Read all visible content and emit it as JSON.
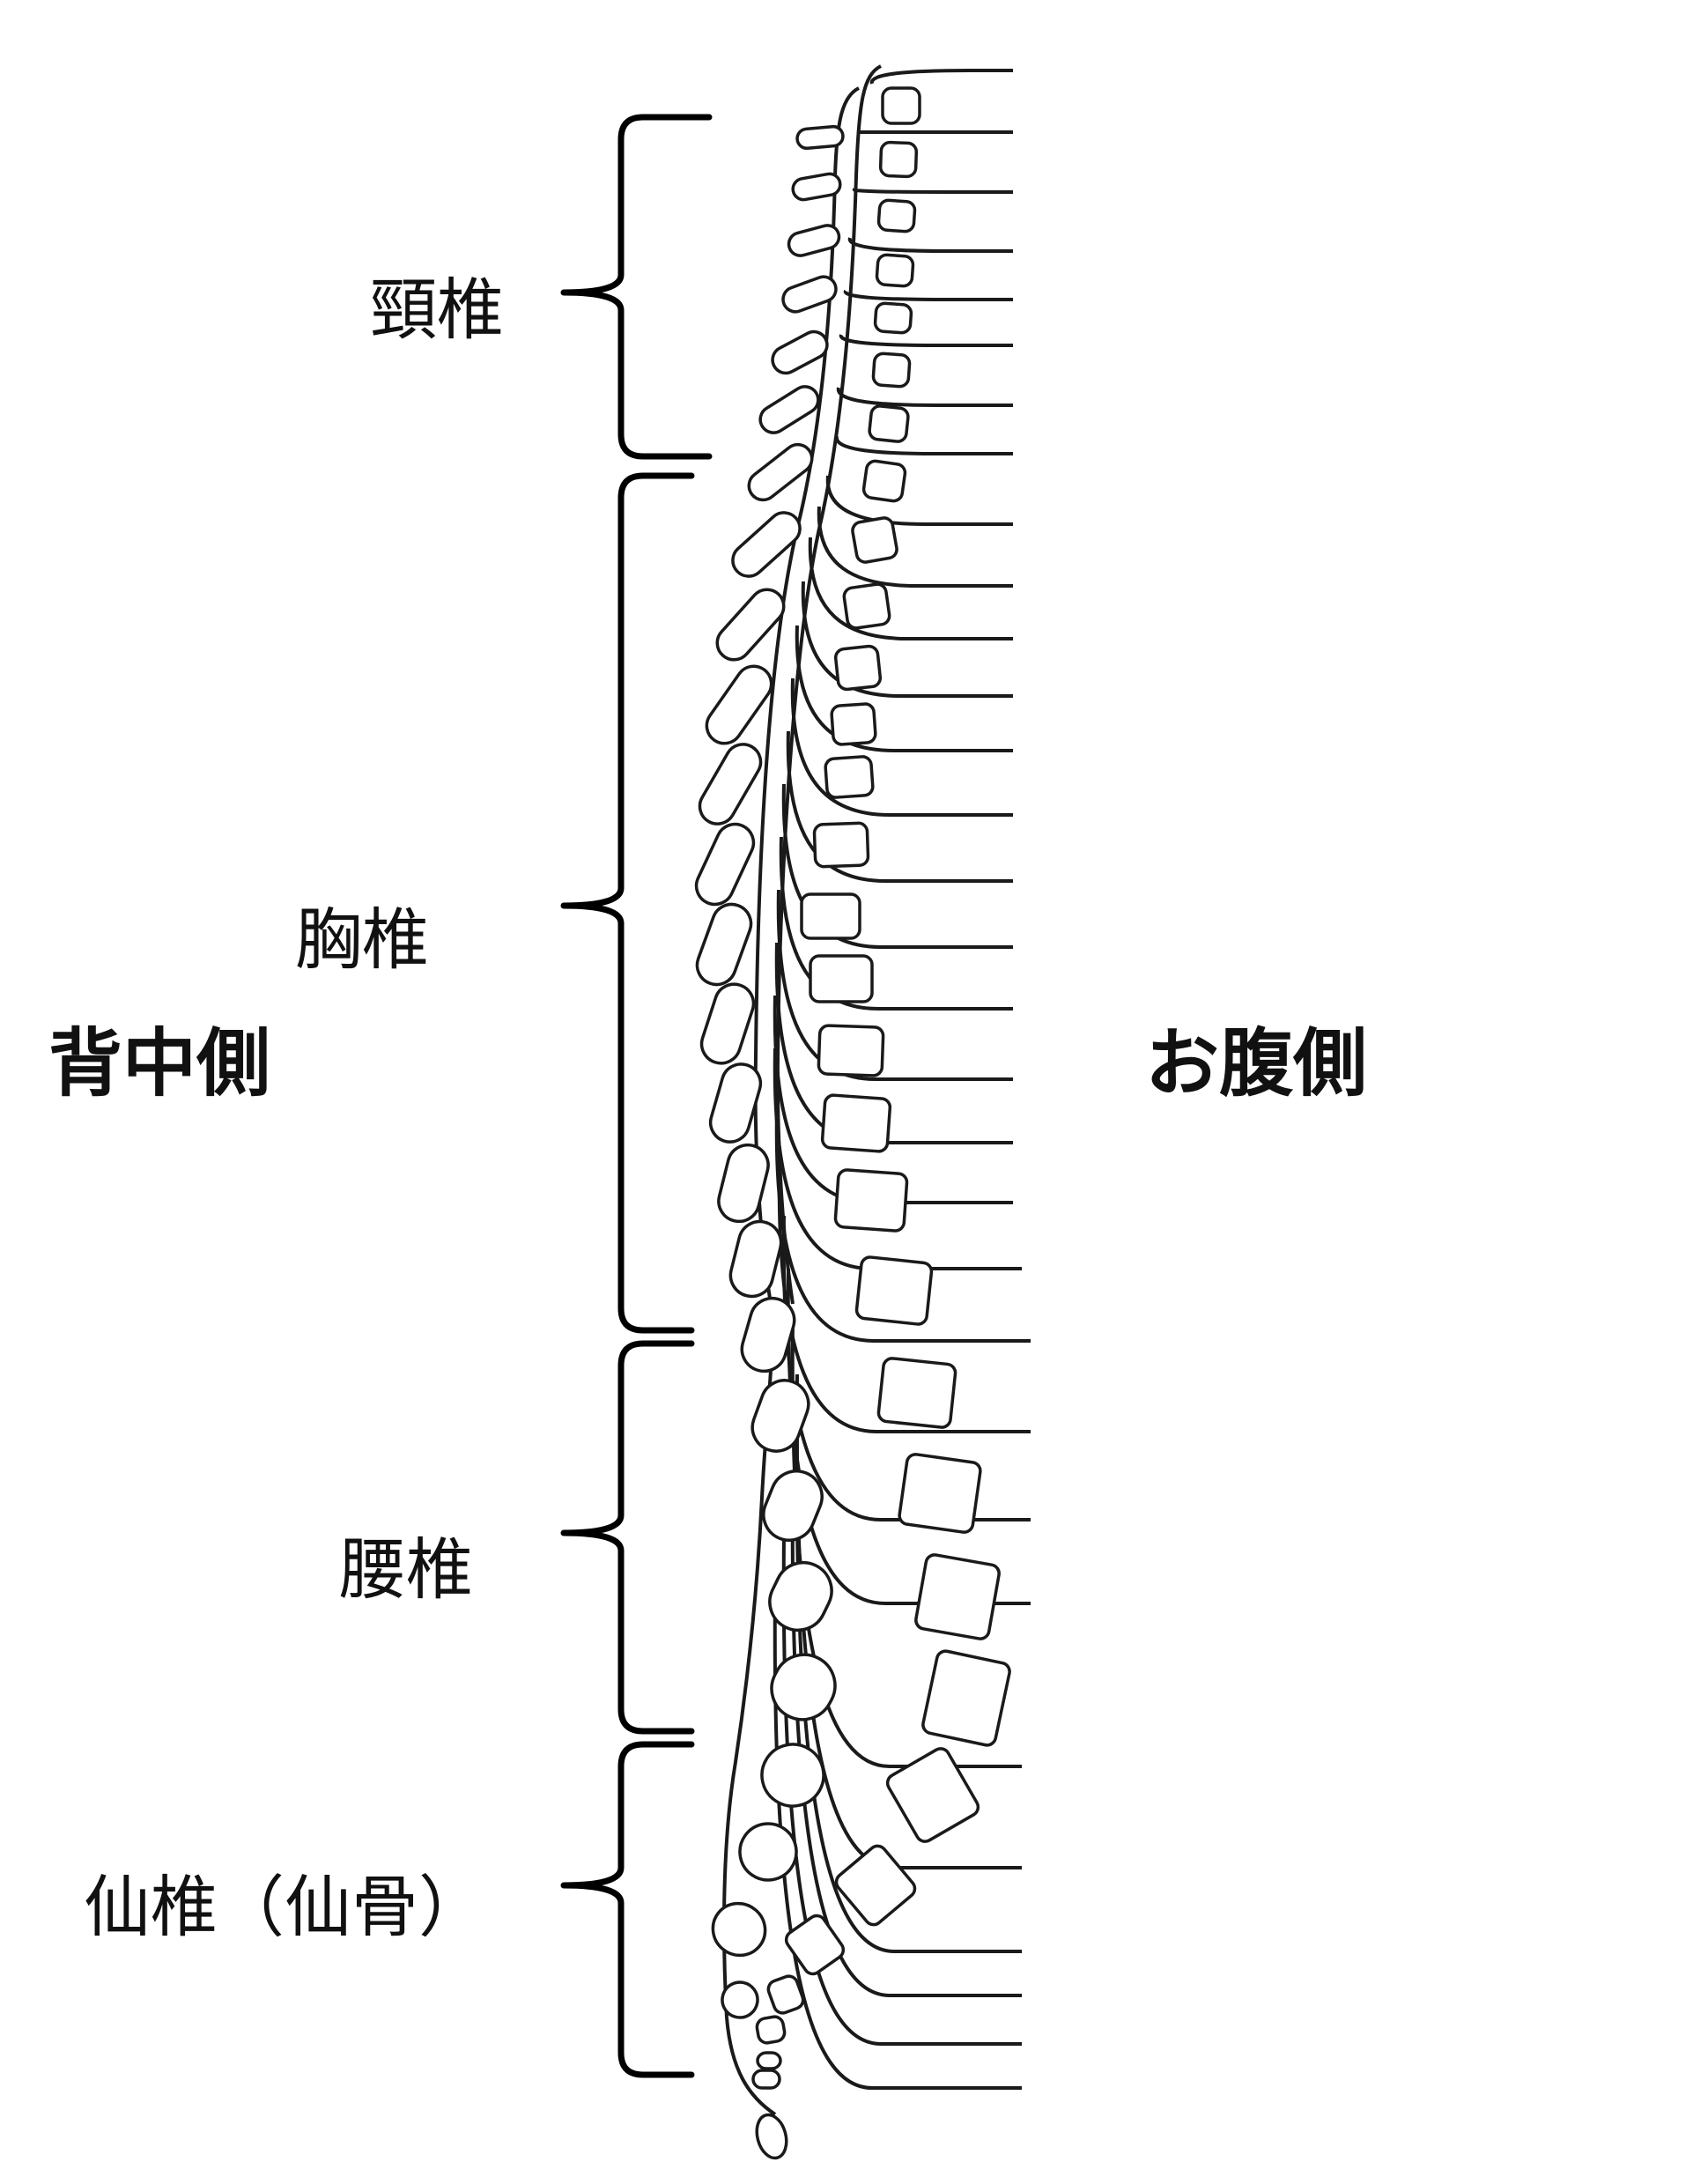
{
  "colors": {
    "stroke": "#1a1a1a",
    "background": "#ffffff",
    "text": "#111111"
  },
  "labels": {
    "cervical": "頸椎",
    "thoracic": "胸椎",
    "lumbar": "腰椎",
    "sacral": "仙椎（仙骨）",
    "dorsal_side": "背中側",
    "ventral_side": "お腹側"
  },
  "diagram": {
    "regions": [
      {
        "key": "cervical",
        "vertebra_count": 8
      },
      {
        "key": "thoracic",
        "vertebra_count": 13
      },
      {
        "key": "lumbar",
        "vertebra_count": 4
      },
      {
        "key": "sacral",
        "vertebra_count": 5
      }
    ],
    "nerve_count": 31
  }
}
